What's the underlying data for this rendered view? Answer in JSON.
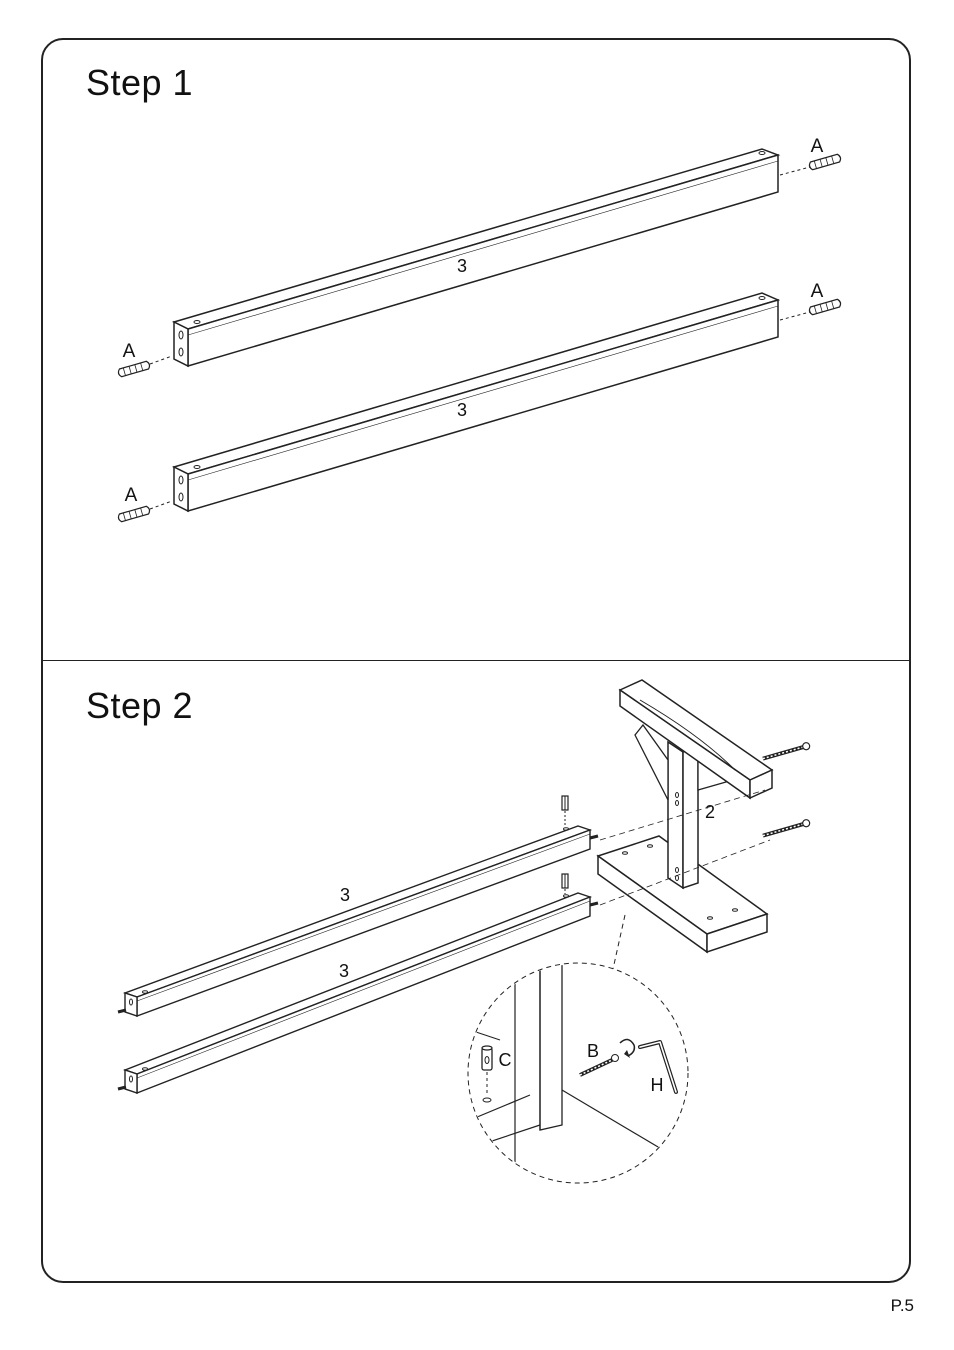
{
  "step1": {
    "title": "Step  1",
    "rail_label": "3",
    "dowel_label": "A"
  },
  "step2": {
    "title": "Step  2",
    "rail_label": "3",
    "leg_label": "2",
    "parts": {
      "bolt": "B",
      "barrel_nut": "C",
      "hex_key": "H"
    }
  },
  "page_number": "P.5"
}
